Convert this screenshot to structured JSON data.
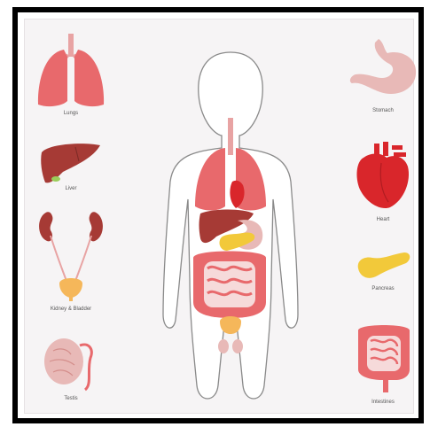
{
  "organs": {
    "lungs": {
      "label": "Lungs",
      "icon": "lungs-icon"
    },
    "liver": {
      "label": "Liver",
      "icon": "liver-icon"
    },
    "kidney": {
      "label": "Kidney & Bladder",
      "icon": "kidney-bladder-icon"
    },
    "testis": {
      "label": "Testis",
      "icon": "testis-icon"
    },
    "stomach": {
      "label": "Stomach",
      "icon": "stomach-icon"
    },
    "heart": {
      "label": "Heart",
      "icon": "heart-icon"
    },
    "pancreas": {
      "label": "Pancreas",
      "icon": "pancreas-icon"
    },
    "intestines": {
      "label": "Intestines",
      "icon": "intestines-icon"
    }
  },
  "colors": {
    "organ_pink": "#e8696c",
    "liver_red": "#a63a35",
    "heart_red": "#d9262b",
    "pancreas_yellow": "#f2c93a",
    "stomach_pink": "#e8b9b7",
    "outline": "#555555"
  }
}
